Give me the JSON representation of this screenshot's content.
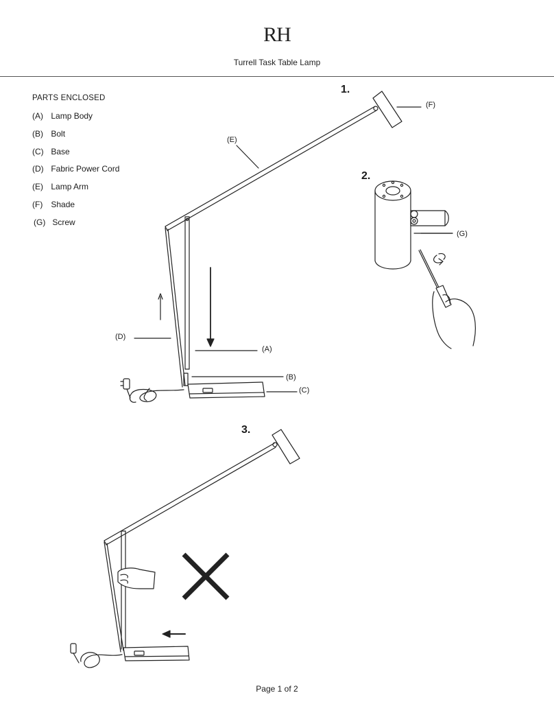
{
  "header": {
    "logo": "RH",
    "title": "Turrell Task Table Lamp"
  },
  "parts": {
    "heading": "PARTS ENCLOSED",
    "items": [
      {
        "code": "(A)",
        "label": "Lamp Body"
      },
      {
        "code": "(B)",
        "label": "Bolt"
      },
      {
        "code": "(C)",
        "label": "Base"
      },
      {
        "code": "(D)",
        "label": "Fabric Power Cord"
      },
      {
        "code": "(E)",
        "label": "Lamp Arm"
      },
      {
        "code": "(F)",
        "label": "Shade"
      },
      {
        "code": "(G)",
        "label": "Screw"
      }
    ]
  },
  "steps": {
    "one": "1.",
    "two": "2.",
    "three": "3."
  },
  "callouts": {
    "a": "(A)",
    "b": "(B)",
    "c": "(C)",
    "d": "(D)",
    "e": "(E)",
    "f": "(F)",
    "g": "(G)"
  },
  "footer": {
    "page": "Page 1 of 2"
  }
}
